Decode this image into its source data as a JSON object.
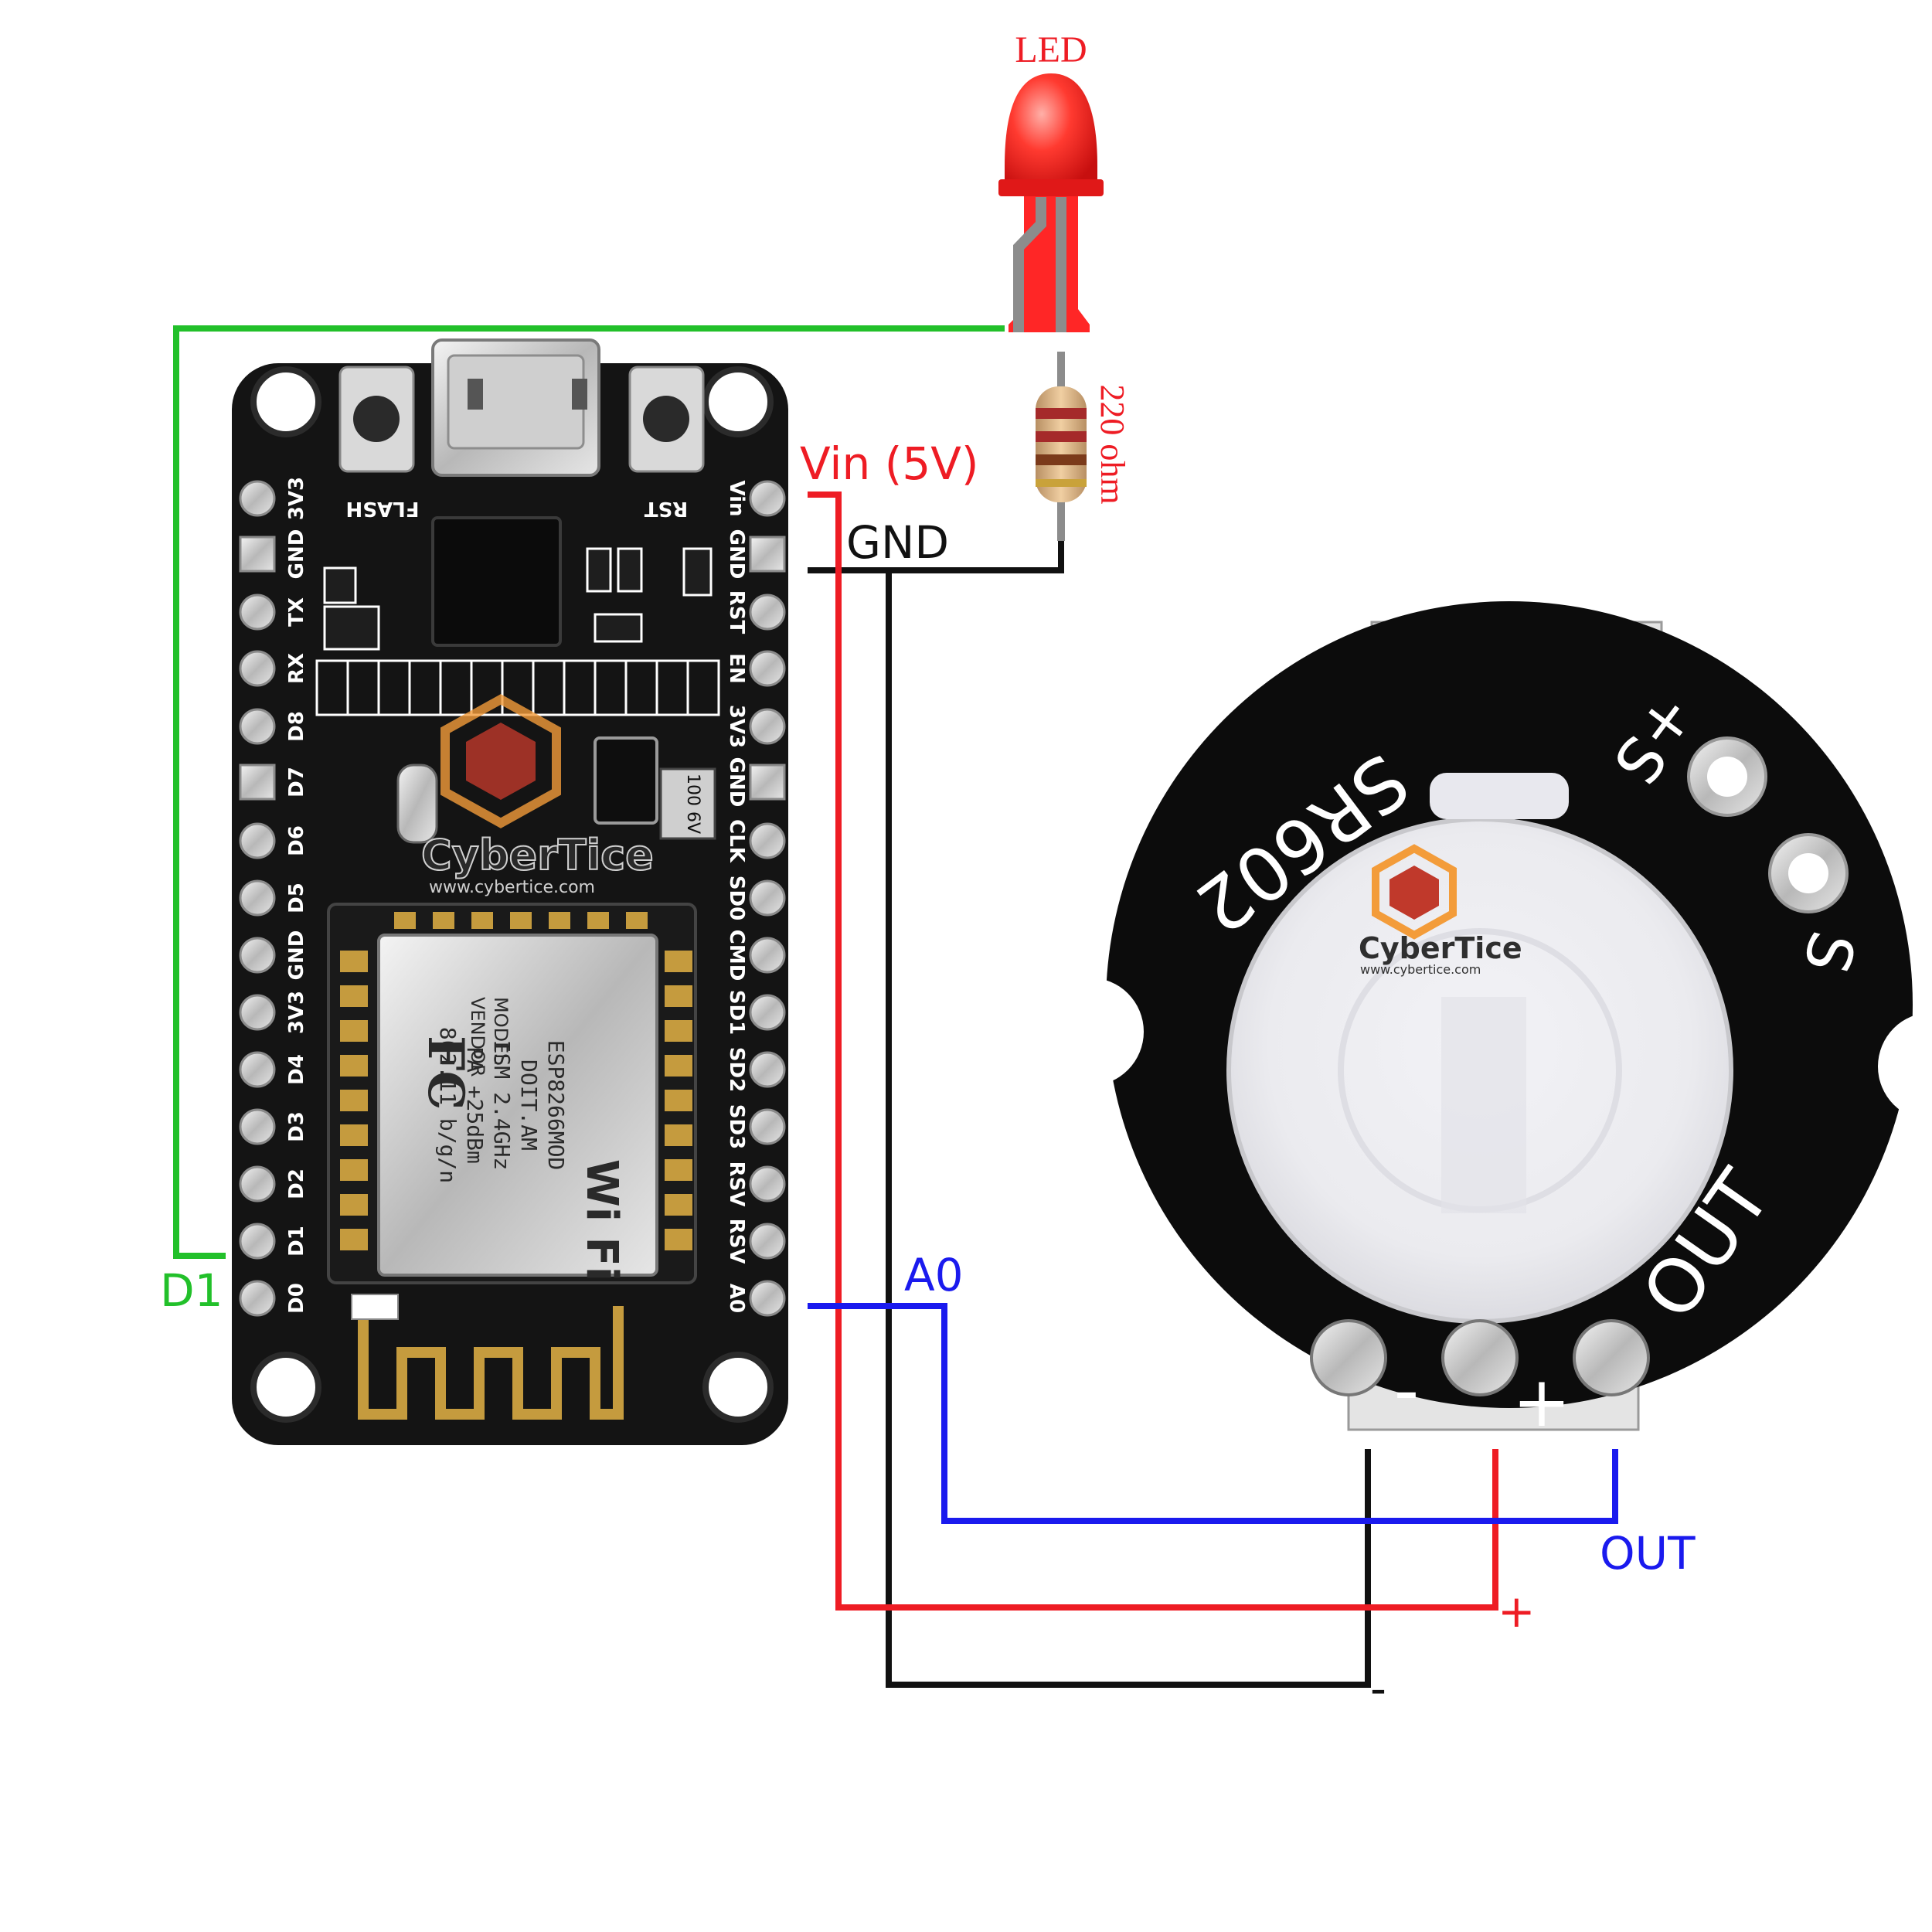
{
  "labels": {
    "led": "LED",
    "resistor": "220 ohm",
    "vin": "Vin (5V)",
    "gnd": "GND",
    "d1": "D1",
    "a0": "A0",
    "out": "OUT",
    "plus": "+",
    "minus": "-"
  },
  "board": {
    "left_pins": [
      "3V3",
      "GND",
      "TX",
      "RX",
      "D8",
      "D7",
      "D6",
      "D5",
      "GND",
      "3V3",
      "D4",
      "D3",
      "D2",
      "D1",
      "D0"
    ],
    "right_pins": [
      "Vin",
      "GND",
      "RST",
      "EN",
      "3V3",
      "GND",
      "CLK",
      "SD0",
      "CMD",
      "SD1",
      "SD2",
      "SD3",
      "RSV",
      "RSV",
      "A0"
    ],
    "flash_label": "FLASH",
    "rst_label": "RST",
    "cap_label": "100\n6V",
    "module_lines": [
      "ESP8266MOD",
      "DOIT.AM",
      "ISM  2.4GHz",
      "PA  +25dBm",
      "802.11 b/g/n"
    ],
    "model_label": "MODEL",
    "vendor_label": "VENDOR",
    "wifi_label": "Wi Fi"
  },
  "sensor": {
    "model": "SR602",
    "pad_plus_s": "+S",
    "pad_s": "S",
    "pin_out": "OUT",
    "pin_plus": "+",
    "pin_minus": "-"
  },
  "watermark": {
    "brand": "CyberTice",
    "url": "www.cybertice.com"
  },
  "colors": {
    "wire_green": "#22c02a",
    "wire_red": "#ee1c24",
    "wire_black": "#111111",
    "wire_blue": "#1a1aee",
    "board": "#141414",
    "led": "#ff2a2a"
  }
}
